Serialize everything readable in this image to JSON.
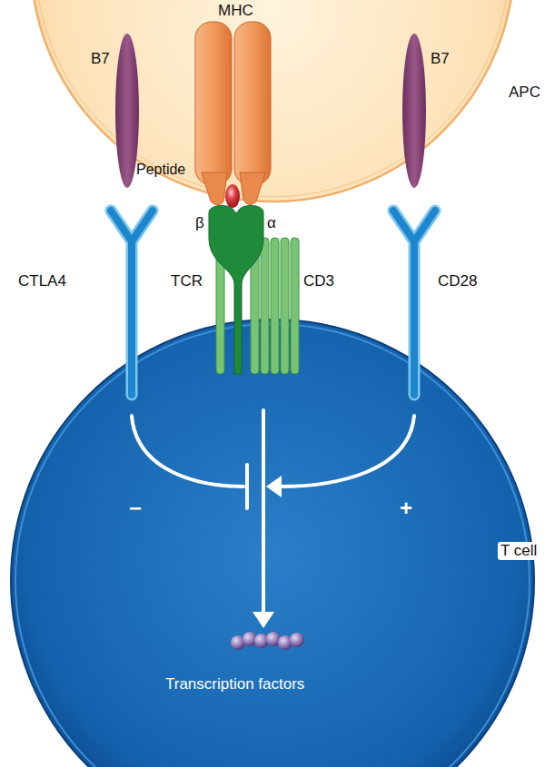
{
  "diagram": {
    "nodes": [
      {
        "text": [
          "APC"
        ]
      },
      {
        "text": [
          "T cell"
        ]
      },
      {
        "text": [
          "Transcription factors"
        ],
        "in": 1
      }
    ],
    "labels": [
      "MHC",
      "B7",
      "B7",
      "Peptide",
      "β",
      "α",
      "TCR",
      "CD3",
      "CTLA4",
      "CD28",
      "−",
      "+"
    ]
  }
}
